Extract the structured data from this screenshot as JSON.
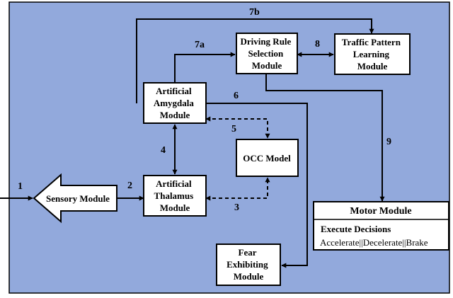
{
  "colors": {
    "panel_fill": "#92a9dc",
    "box_fill": "#ffffff",
    "line": "#000000"
  },
  "modules": {
    "driving_rule": [
      "Driving Rule",
      "Selection",
      "Module"
    ],
    "traffic_pattern": [
      "Traffic Pattern",
      "Learning",
      "Module"
    ],
    "amygdala": [
      "Artificial",
      "Amygdala",
      "Module"
    ],
    "occ": [
      "OCC Model"
    ],
    "thalamus": [
      "Artificial",
      "Thalamus",
      "Module"
    ],
    "sensory": [
      "Sensory Module"
    ],
    "fear": [
      "Fear",
      "Exhibiting",
      "Module"
    ],
    "motor": {
      "title": "Motor Module",
      "subtitle": "Execute Decisions",
      "actions": "Accelerate||Decelerate||Brake"
    }
  },
  "edge_labels": {
    "e1": "1",
    "e2": "2",
    "e3": "3",
    "e4": "4",
    "e5": "5",
    "e6": "6",
    "e7a": "7a",
    "e7b": "7b",
    "e8": "8",
    "e9": "9"
  }
}
